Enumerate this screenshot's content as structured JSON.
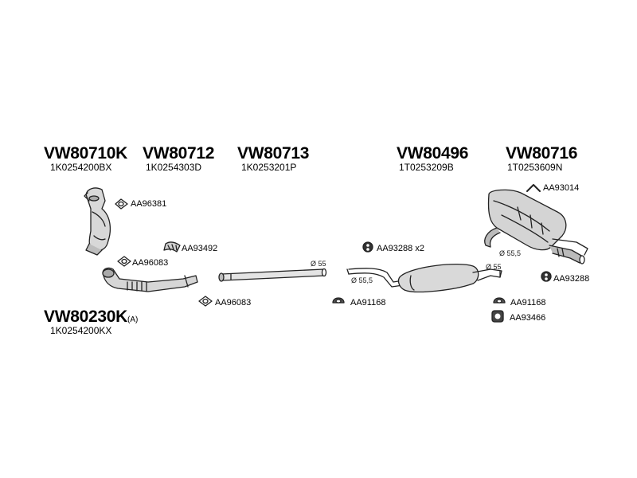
{
  "assemblies": [
    {
      "code": "VW80710K",
      "part": "1K0254200BX"
    },
    {
      "code": "VW80712",
      "part": "1K0254303D"
    },
    {
      "code": "VW80713",
      "part": "1K0253201P"
    },
    {
      "code": "VW80496",
      "part": "1T0253209B"
    },
    {
      "code": "VW80716",
      "part": "1T0253609N"
    },
    {
      "code": "VW80230K",
      "suffix": "(A)",
      "part": "1K0254200KX"
    }
  ],
  "accessories": [
    "AA96381",
    "AA93492",
    "AA96083",
    "AA96083",
    "AA93288 x2",
    "AA91168",
    "AA93014",
    "AA93288",
    "AA91168",
    "AA93466"
  ],
  "diameters": [
    "Ø 55",
    "Ø 55,5",
    "Ø 55,5",
    "Ø 55"
  ]
}
